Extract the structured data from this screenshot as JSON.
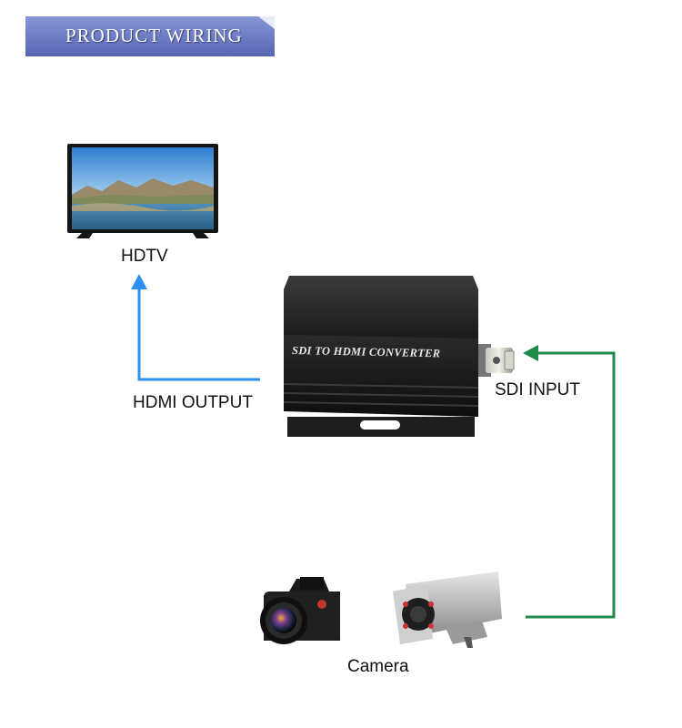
{
  "banner": {
    "title": "PRODUCT WIRING"
  },
  "devices": {
    "tv_label": "HDTV",
    "converter_text": "SDI TO HDMI CONVERTER",
    "camera_label": "Camera"
  },
  "connections": {
    "hdmi_output_label": "HDMI OUTPUT",
    "sdi_input_label": "SDI INPUT"
  },
  "colors": {
    "banner": "#6b7fc8",
    "hdmi_line": "#2a8ff0",
    "sdi_line": "#1f8a4c",
    "converter_body": "#1b1b1b"
  }
}
